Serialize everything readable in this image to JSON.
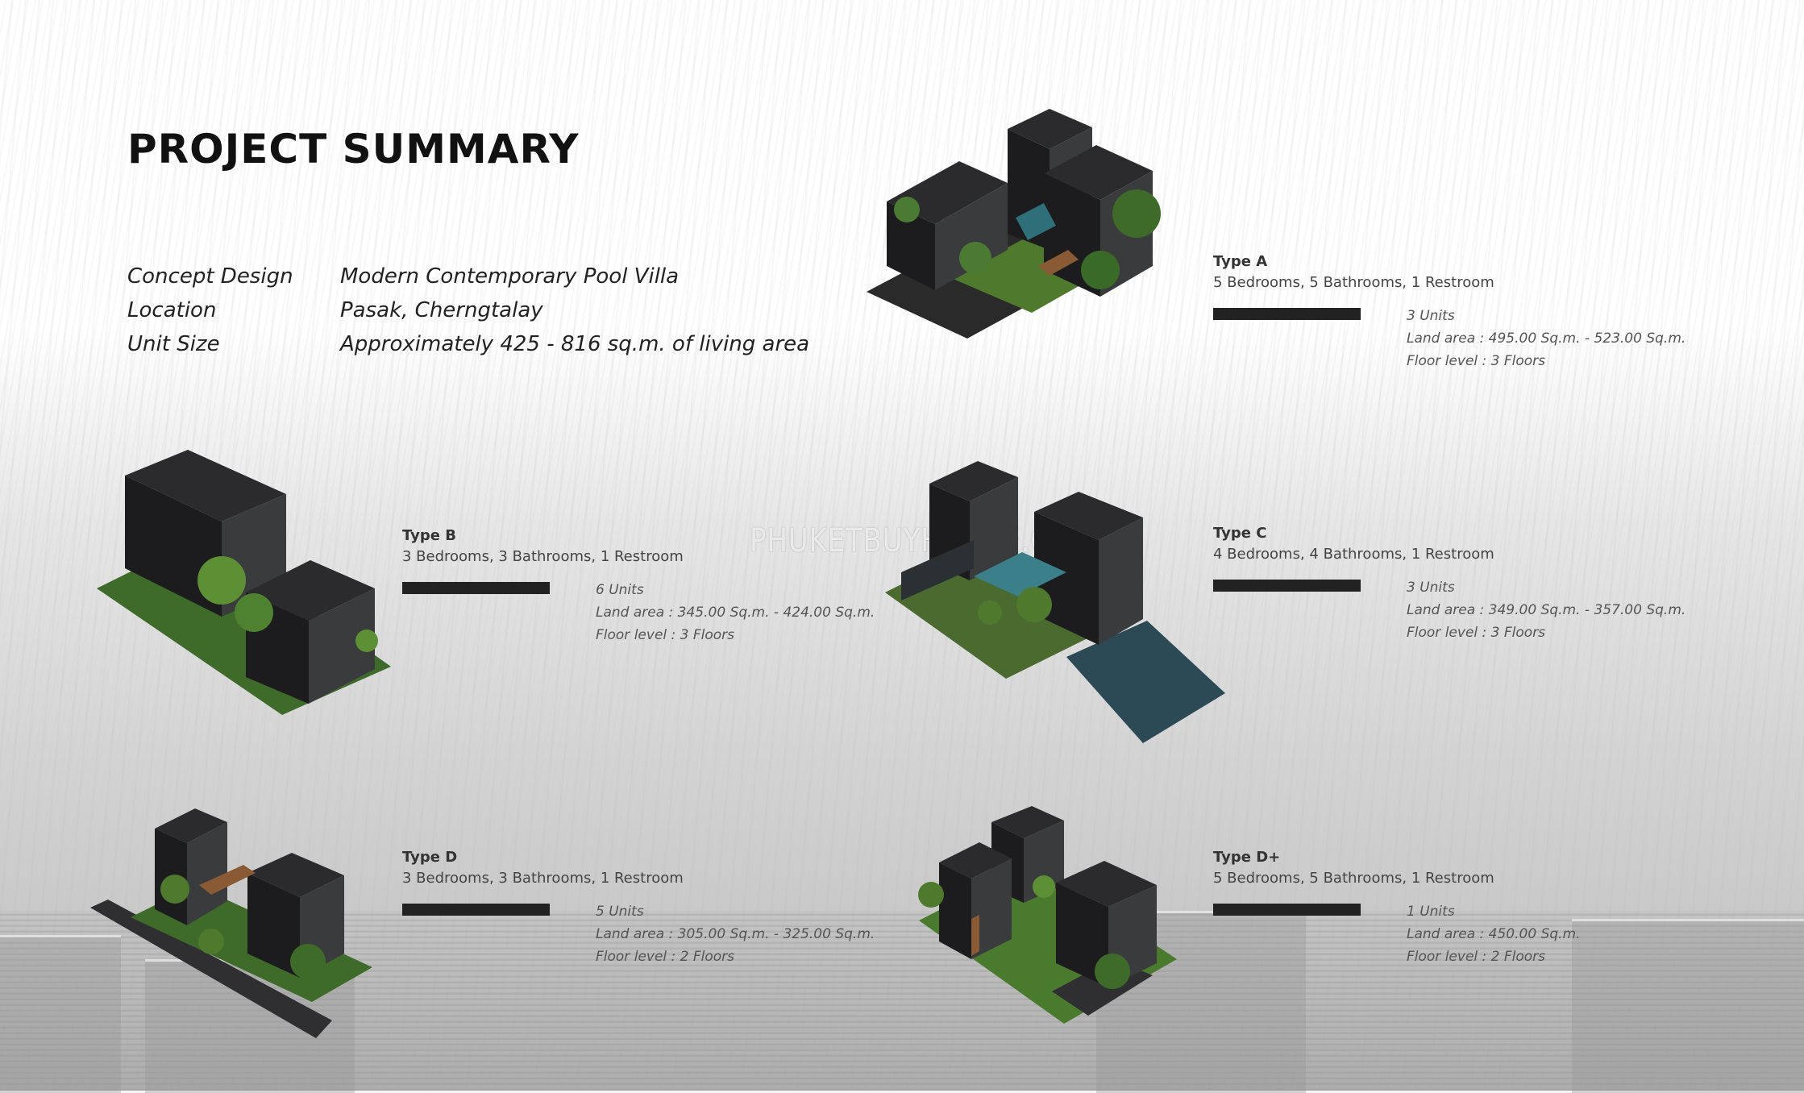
{
  "page": {
    "title": "PROJECT SUMMARY",
    "watermark": "PHUKETBUYHOUSE.COM"
  },
  "summary": [
    {
      "label": "Concept Design",
      "value": "Modern Contemporary Pool Villa"
    },
    {
      "label": "Location",
      "value": "Pasak, Cherngtalay"
    },
    {
      "label": "Unit Size",
      "value": "Approximately 425 - 816 sq.m. of living area"
    }
  ],
  "types": {
    "a": {
      "name": "Type A",
      "rooms": "5 Bedrooms, 5 Bathrooms, 1 Restroom",
      "units": "3 Units",
      "land": "Land area : 495.00 Sq.m. - 523.00 Sq.m.",
      "floors": "Floor level : 3 Floors"
    },
    "b": {
      "name": "Type B",
      "rooms": "3 Bedrooms, 3 Bathrooms, 1 Restroom",
      "units": "6 Units",
      "land": "Land area : 345.00 Sq.m. - 424.00 Sq.m.",
      "floors": "Floor level : 3 Floors"
    },
    "c": {
      "name": "Type C",
      "rooms": "4 Bedrooms, 4 Bathrooms, 1 Restroom",
      "units": "3 Units",
      "land": "Land area : 349.00 Sq.m. - 357.00 Sq.m.",
      "floors": "Floor level : 3 Floors"
    },
    "d": {
      "name": "Type D",
      "rooms": "3 Bedrooms, 3 Bathrooms, 1 Restroom",
      "units": "5 Units",
      "land": "Land area : 305.00 Sq.m. - 325.00 Sq.m.",
      "floors": "Floor level : 2 Floors"
    },
    "dplus": {
      "name": "Type D+",
      "rooms": "5 Bedrooms, 5 Bathrooms, 1 Restroom",
      "units": "1 Units",
      "land": "Land area : 450.00 Sq.m.",
      "floors": "Floor level : 2 Floors"
    }
  },
  "colors": {
    "roof": "#2b2b2d",
    "wall_left": "#1c1c1e",
    "wall_right": "#3a3b3d",
    "lawn": "#4f7a2e",
    "pool": "#2e6f7a",
    "bar": "#222222"
  }
}
